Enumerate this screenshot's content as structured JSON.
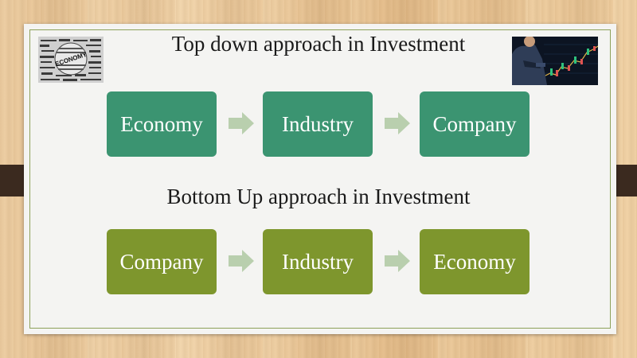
{
  "slide": {
    "top_heading": "Top down approach in Investment",
    "bottom_heading": "Bottom Up approach in Investment"
  },
  "top_flow": {
    "steps": [
      "Economy",
      "Industry",
      "Company"
    ]
  },
  "bottom_flow": {
    "steps": [
      "Company",
      "Industry",
      "Economy"
    ]
  },
  "images": {
    "left_word_cloud_text": "ECONOMY"
  },
  "colors": {
    "top_box": "#3b9471",
    "bottom_box": "#7e962d",
    "arrow": "#b9cfae",
    "border": "#8da15a"
  }
}
